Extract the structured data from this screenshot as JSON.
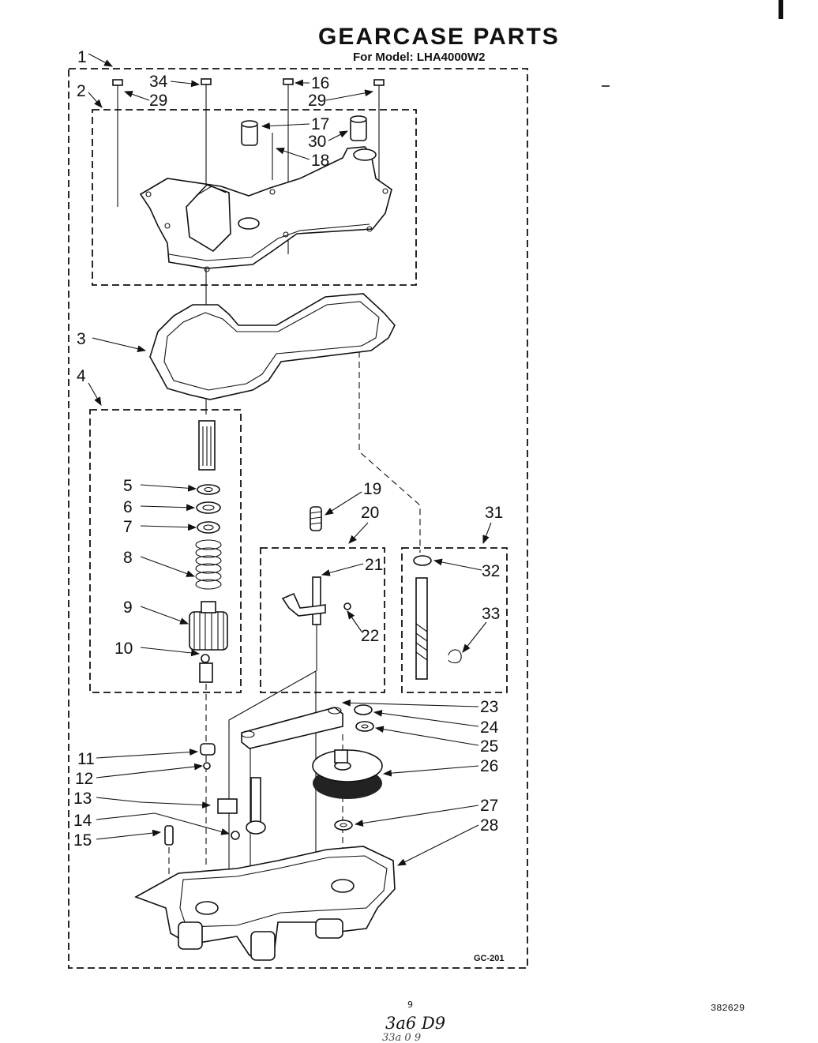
{
  "header": {
    "title": "GEARCASE PARTS",
    "subtitle": "For Model: LHA4000W2"
  },
  "diagram": {
    "code": "GC-201",
    "callouts": [
      "1",
      "2",
      "3",
      "4",
      "5",
      "6",
      "7",
      "8",
      "9",
      "10",
      "11",
      "12",
      "13",
      "14",
      "15",
      "16",
      "17",
      "18",
      "19",
      "20",
      "21",
      "22",
      "23",
      "24",
      "25",
      "26",
      "27",
      "28",
      "29",
      "29",
      "30",
      "31",
      "32",
      "33",
      "34"
    ]
  },
  "footer": {
    "doc_number": "382629",
    "page_mark": "9",
    "handwritten": "3a6 D9",
    "handwritten_2": "33a 0 9"
  }
}
